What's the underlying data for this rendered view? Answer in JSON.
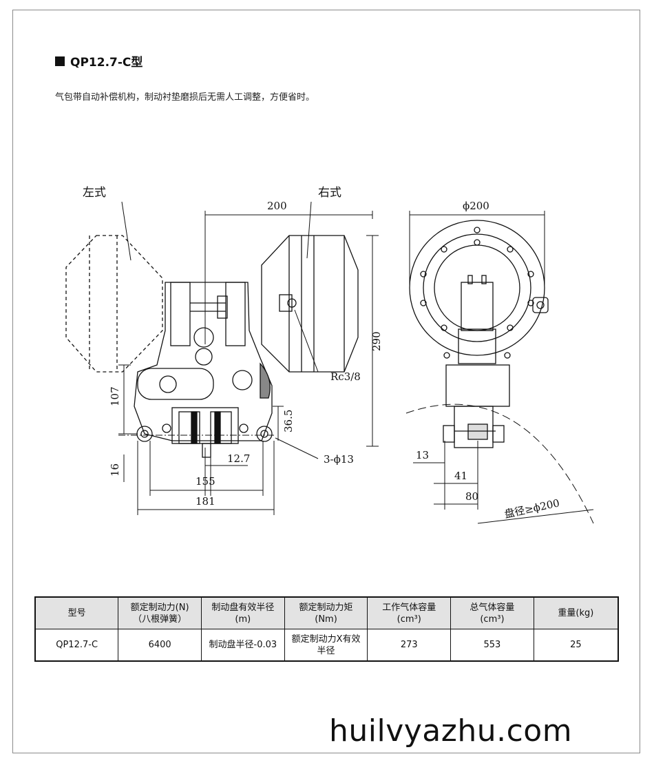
{
  "title": "QP12.7-C型",
  "description": "气包带自动补偿机构，制动衬垫磨损后无需人工调整，方便省时。",
  "drawing": {
    "label_left": "左式",
    "label_right": "右式",
    "dims": {
      "d200_top": "200",
      "d290": "290",
      "d107": "107",
      "d16": "16",
      "d36_5": "36.5",
      "d12_7": "12.7",
      "d155": "155",
      "d181": "181",
      "holes": "3-ϕ13",
      "rc": "Rc3/8",
      "phi200": "ϕ200",
      "d13": "13",
      "d41": "41",
      "d80": "80",
      "disc": "盘径≥ϕ200"
    }
  },
  "table": {
    "headers": [
      [
        "型号"
      ],
      [
        "额定制动力(N)",
        "（八根弹簧）"
      ],
      [
        "制动盘有效半径",
        "(m)"
      ],
      [
        "额定制动力矩",
        "(Nm)"
      ],
      [
        "工作气体容量",
        "(cm³)"
      ],
      [
        "总气体容量",
        "(cm³)"
      ],
      [
        "重量(kg)"
      ]
    ],
    "row": [
      [
        "QP12.7-C"
      ],
      [
        "6400"
      ],
      [
        "制动盘半径-0.03"
      ],
      [
        "额定制动力X有效",
        "半径"
      ],
      [
        "273"
      ],
      [
        "553"
      ],
      [
        "25"
      ]
    ]
  },
  "watermark": "huilvyazhu.com"
}
